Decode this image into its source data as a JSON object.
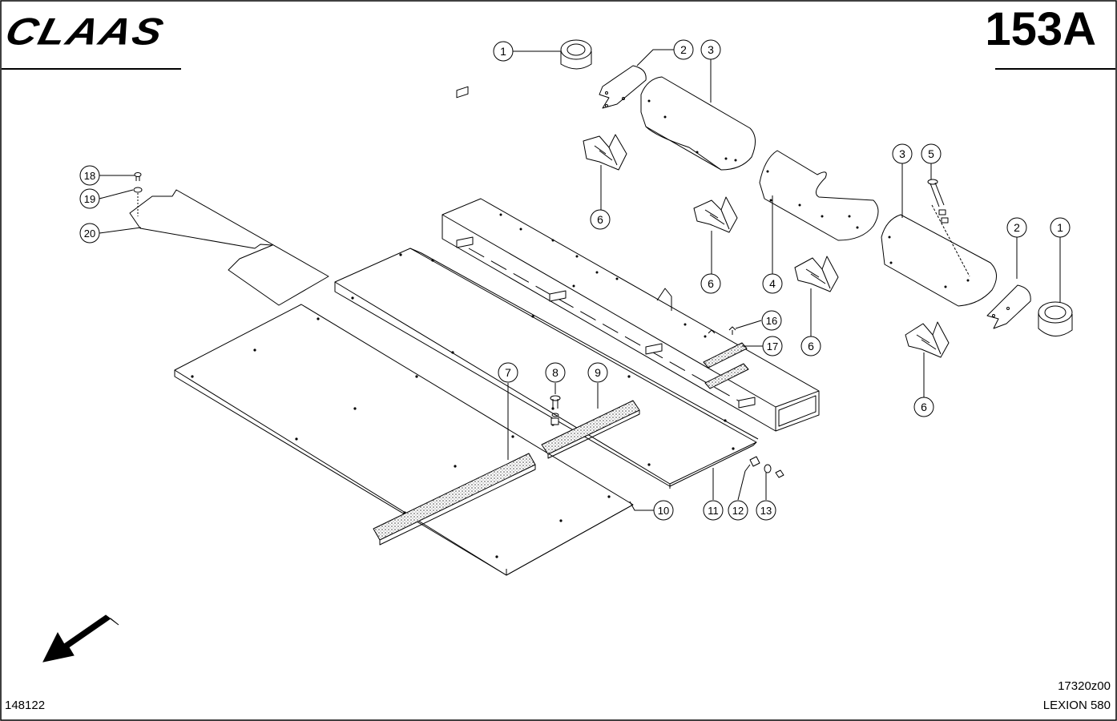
{
  "header": {
    "brand": "CLAAS",
    "page_number": "153A"
  },
  "footer": {
    "drawing_code": "17320z00",
    "model": "LEXION 580",
    "sheet_id": "148122"
  },
  "callouts": [
    {
      "label": "1"
    },
    {
      "label": "2"
    },
    {
      "label": "3"
    },
    {
      "label": "6"
    },
    {
      "label": "6"
    },
    {
      "label": "4"
    },
    {
      "label": "3"
    },
    {
      "label": "5"
    },
    {
      "label": "2"
    },
    {
      "label": "1"
    },
    {
      "label": "6"
    },
    {
      "label": "6"
    },
    {
      "label": "18"
    },
    {
      "label": "19"
    },
    {
      "label": "20"
    },
    {
      "label": "16"
    },
    {
      "label": "17"
    },
    {
      "label": "7"
    },
    {
      "label": "8"
    },
    {
      "label": "9"
    },
    {
      "label": "10"
    },
    {
      "label": "11"
    },
    {
      "label": "12"
    },
    {
      "label": "13"
    }
  ],
  "direction_arrow": {
    "icon": "direction-arrow-icon",
    "points": "front-left"
  }
}
